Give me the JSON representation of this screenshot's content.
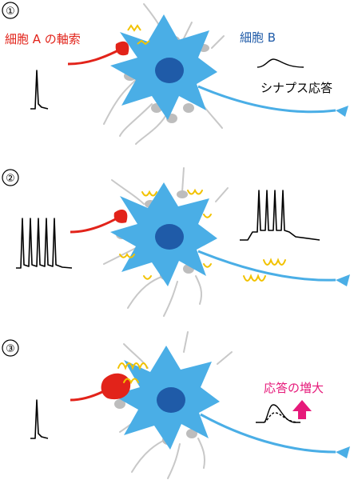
{
  "panels": [
    {
      "number": "①",
      "label_axon": "細胞 A の軸索",
      "label_cell": "細胞 B",
      "label_response": "シナプス応答"
    },
    {
      "number": "②"
    },
    {
      "number": "③",
      "label_increase": "応答の増大"
    }
  ],
  "colors": {
    "cell_body": "#4aaee6",
    "nucleus": "#1f5ba8",
    "axon_a": "#e2231a",
    "label_cell": "#1f5ba8",
    "increase": "#e6197a",
    "dendrite_gray": "#c8c8c8",
    "yellow_activity": "#f2c200",
    "trace": "#000000"
  }
}
